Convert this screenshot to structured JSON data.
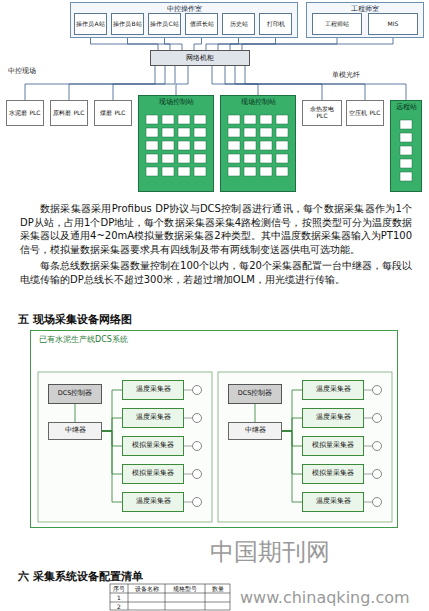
{
  "diagram": {
    "nodes": [
      {
        "text": [
          "中控操作室"
        ]
      },
      {
        "text": [
          "操作员A站"
        ],
        "in": 0
      },
      {
        "text": [
          "操作员B站"
        ],
        "in": 0
      },
      {
        "text": [
          "操作员C站"
        ],
        "in": 0
      },
      {
        "text": [
          "值班长站"
        ],
        "in": 0
      },
      {
        "text": [
          "历史站"
        ],
        "in": 0
      },
      {
        "text": [
          "打印机"
        ],
        "in": 0
      },
      {
        "text": [
          "工程师室"
        ]
      },
      {
        "text": [
          "工程师站"
        ],
        "in": 7
      },
      {
        "text": [
          "MIS"
        ],
        "in": 7
      },
      {
        "text": [
          "网络机柜"
        ]
      },
      {
        "text": [
          "水泥磨 PLC"
        ]
      },
      {
        "text": [
          "原料磨 PLC"
        ]
      },
      {
        "text": [
          "煤磨 PLC"
        ]
      },
      {
        "text": [
          "现场控制站"
        ]
      },
      {
        "text": [
          "现场控制站"
        ]
      },
      {
        "text": [
          "余热发电 PLC"
        ]
      },
      {
        "text": [
          "空压机 PLC"
        ]
      },
      {
        "text": [
          "远程站"
        ]
      },
      {
        "text": [
          "已有水泥生产线DCS系统"
        ]
      },
      {
        "text": [
          "DCS控制器"
        ],
        "in": 19
      },
      {
        "text": [
          "中继器"
        ],
        "in": 19
      },
      {
        "text": [
          "温度采集器"
        ],
        "in": 19
      },
      {
        "text": [
          "温度采集器"
        ],
        "in": 19
      },
      {
        "text": [
          "模拟量采集器"
        ],
        "in": 19
      },
      {
        "text": [
          "模拟量采集器"
        ],
        "in": 19
      },
      {
        "text": [
          "温度采集器"
        ],
        "in": 19
      },
      {
        "text": [
          "DCS控制器"
        ],
        "in": 19
      },
      {
        "text": [
          "中继器"
        ],
        "in": 19
      },
      {
        "text": [
          "温度采集器"
        ],
        "in": 19
      },
      {
        "text": [
          "温度采集器"
        ],
        "in": 19
      },
      {
        "text": [
          "模拟量采集器"
        ],
        "in": 19
      },
      {
        "text": [
          "模拟量采集器"
        ],
        "in": 19
      },
      {
        "text": [
          "温度采集器"
        ],
        "in": 19
      }
    ],
    "edges": [
      {
        "from": 1,
        "to": 10,
        "arrow": "none"
      },
      {
        "from": 2,
        "to": 10,
        "arrow": "none"
      },
      {
        "from": 3,
        "to": 10,
        "arrow": "none"
      },
      {
        "from": 4,
        "to": 10,
        "arrow": "none"
      },
      {
        "from": 5,
        "to": 10,
        "arrow": "none"
      },
      {
        "from": 6,
        "to": 10,
        "arrow": "none"
      },
      {
        "from": 8,
        "to": 10,
        "arrow": "none"
      },
      {
        "from": 9,
        "to": 10,
        "arrow": "none"
      },
      {
        "from": 10,
        "to": 11,
        "arrow": "none"
      },
      {
        "from": 10,
        "to": 12,
        "arrow": "none"
      },
      {
        "from": 10,
        "to": 13,
        "arrow": "none"
      },
      {
        "from": 10,
        "to": 14,
        "arrow": "none"
      },
      {
        "from": 10,
        "to": 15,
        "arrow": "none"
      },
      {
        "from": 10,
        "to": 16,
        "arrow": "none"
      },
      {
        "from": 10,
        "to": 17,
        "arrow": "none"
      },
      {
        "from": 10,
        "to": 18,
        "arrow": "none"
      },
      {
        "from": 20,
        "to": 21,
        "arrow": "none"
      },
      {
        "from": 21,
        "to": 22,
        "arrow": "none"
      },
      {
        "from": 21,
        "to": 23,
        "arrow": "none"
      },
      {
        "from": 21,
        "to": 24,
        "arrow": "none"
      },
      {
        "from": 21,
        "to": 25,
        "arrow": "none"
      },
      {
        "from": 21,
        "to": 26,
        "arrow": "none"
      },
      {
        "from": 27,
        "to": 28,
        "arrow": "none"
      },
      {
        "from": 28,
        "to": 29,
        "arrow": "none"
      },
      {
        "from": 28,
        "to": 30,
        "arrow": "none"
      },
      {
        "from": 28,
        "to": 31,
        "arrow": "none"
      },
      {
        "from": 28,
        "to": 32,
        "arrow": "none"
      },
      {
        "from": 28,
        "to": 33,
        "arrow": "none"
      }
    ],
    "labels": [
      "中控现场",
      "单模光纤",
      "数据采集器采用Profibus DP协议与DCS控制器进行通讯，每个数据采集器作为1个DP从站，占用1个DP地址，每个数据采集器采集4路检测信号，按照类型可分为温度数据采集器以及通用4~20mA模拟量数据采集器2种类型。其中温度数据采集器输入为PT100信号，模拟量数据采集器要求具有四线制及带有两线制变送器供电可选功能。",
      "每条总线数据采集器数量控制在100个以内，每20个采集器配置一台中继器，每段以电缆传输的DP总线长不超过300米，若超过增加OLM，用光缆进行传输。",
      "五 现场采集设备网络图",
      "中国期刊网",
      "六 采集系统设备配置清单",
      "序号",
      "设备名称",
      "规格型号",
      "数量",
      "1",
      "2",
      "www.chinaqking.com"
    ]
  }
}
